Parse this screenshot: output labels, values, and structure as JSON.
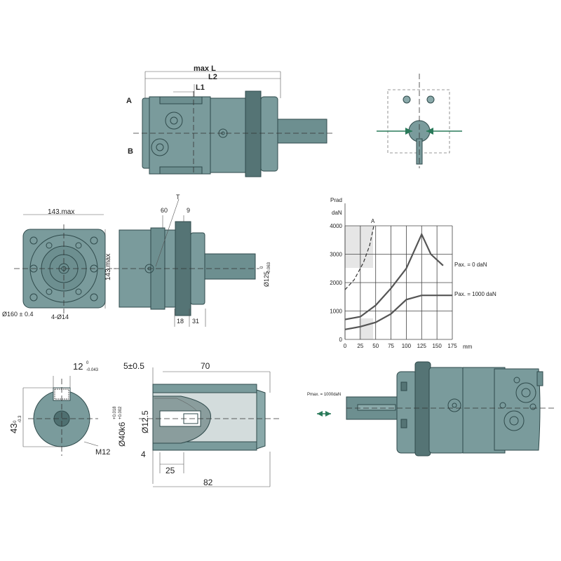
{
  "top_view": {
    "max_l": "max  L",
    "l2": "L2",
    "l1": "L1",
    "port_a": "A",
    "port_b": "B"
  },
  "flange_view": {
    "width_max": "143.max",
    "height_max": "143.max",
    "bolt_circle": "Ø160 ± 0.4",
    "holes": "4-Ø14"
  },
  "side_view": {
    "t": "T",
    "d60": "60",
    "d9": "9",
    "d18": "18",
    "d31": "31",
    "pilot_dia": "Ø125",
    "pilot_tol_upper": "0",
    "pilot_tol_lower": "-0.063"
  },
  "shaft_section": {
    "key_width": "12",
    "key_tol_upper": "0",
    "key_tol_lower": "-0.043",
    "height": "43",
    "height_tol_upper": "0",
    "height_tol_lower": "-0.3",
    "thread": "M12"
  },
  "shaft_detail": {
    "d5": "5±0.5",
    "d70": "70",
    "shaft_dia": "Ø40k6",
    "shaft_tol_upper": "+0.018",
    "shaft_tol_lower": "+0.002",
    "bore": "Ø12.5",
    "d4": "4",
    "d25": "25",
    "d82": "82"
  },
  "iso_view": {
    "pmax": "Pmax. = 1000daN"
  },
  "chart_data": {
    "type": "line",
    "ylabel_top": "Prad",
    "ylabel_unit": "daN",
    "xlabel": "mm",
    "x_ticks": [
      "0",
      "25",
      "50",
      "75",
      "100",
      "125",
      "150",
      "175"
    ],
    "y_ticks": [
      "0",
      "1000",
      "2000",
      "3000",
      "4000"
    ],
    "xlim": [
      0,
      175
    ],
    "ylim": [
      0,
      4000
    ],
    "grid": true,
    "annotation_a": "A",
    "series": [
      {
        "name": "Pax. = 0  daN",
        "style": "solid",
        "x": [
          0,
          25,
          50,
          75,
          100,
          125,
          140,
          160
        ],
        "y": [
          700,
          800,
          1200,
          1800,
          2500,
          3700,
          3000,
          2600
        ]
      },
      {
        "name": "Pax. = 1000  daN",
        "style": "solid",
        "x": [
          0,
          25,
          50,
          75,
          100,
          125,
          150,
          175
        ],
        "y": [
          350,
          450,
          600,
          900,
          1400,
          1550,
          1550,
          1550
        ]
      },
      {
        "name": "",
        "style": "dashed",
        "x": [
          0,
          15,
          30,
          40,
          47
        ],
        "y": [
          1750,
          2100,
          2700,
          3300,
          4000
        ]
      }
    ]
  }
}
